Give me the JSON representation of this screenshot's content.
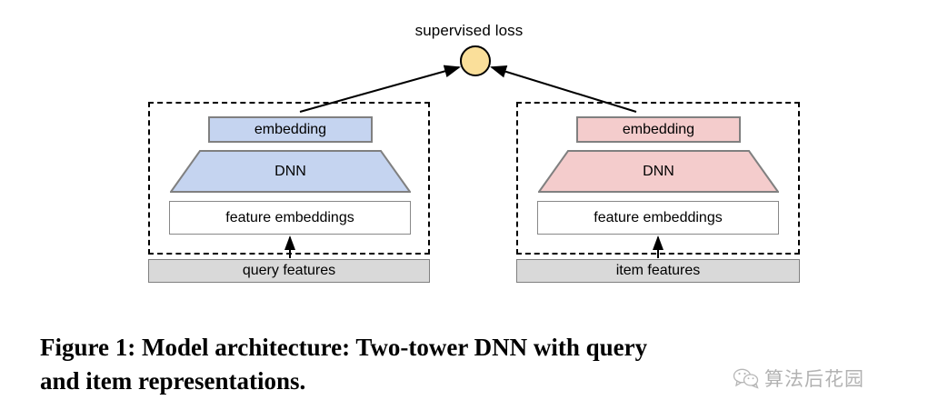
{
  "figure": {
    "loss_node": {
      "label": "supervised loss",
      "node_color": "#fadf9a",
      "node_stroke": "#000000",
      "icon": "circle-node"
    },
    "towers": [
      {
        "id": "query",
        "accent_color": "#c5d4f0",
        "embedding_label": "embedding",
        "dnn_label": "DNN",
        "features_label": "feature embeddings",
        "input_label": "query features",
        "input_color": "#d9d9d9"
      },
      {
        "id": "item",
        "accent_color": "#f4cccc",
        "embedding_label": "embedding",
        "dnn_label": "DNN",
        "features_label": "feature embeddings",
        "input_label": "item features",
        "input_color": "#d9d9d9"
      }
    ]
  },
  "caption": {
    "line_1": "Figure 1: Model architecture: Two-tower DNN with query",
    "line_2": "and item representations."
  },
  "watermark": {
    "text": "算法后花园",
    "icon": "wechat-icon"
  }
}
